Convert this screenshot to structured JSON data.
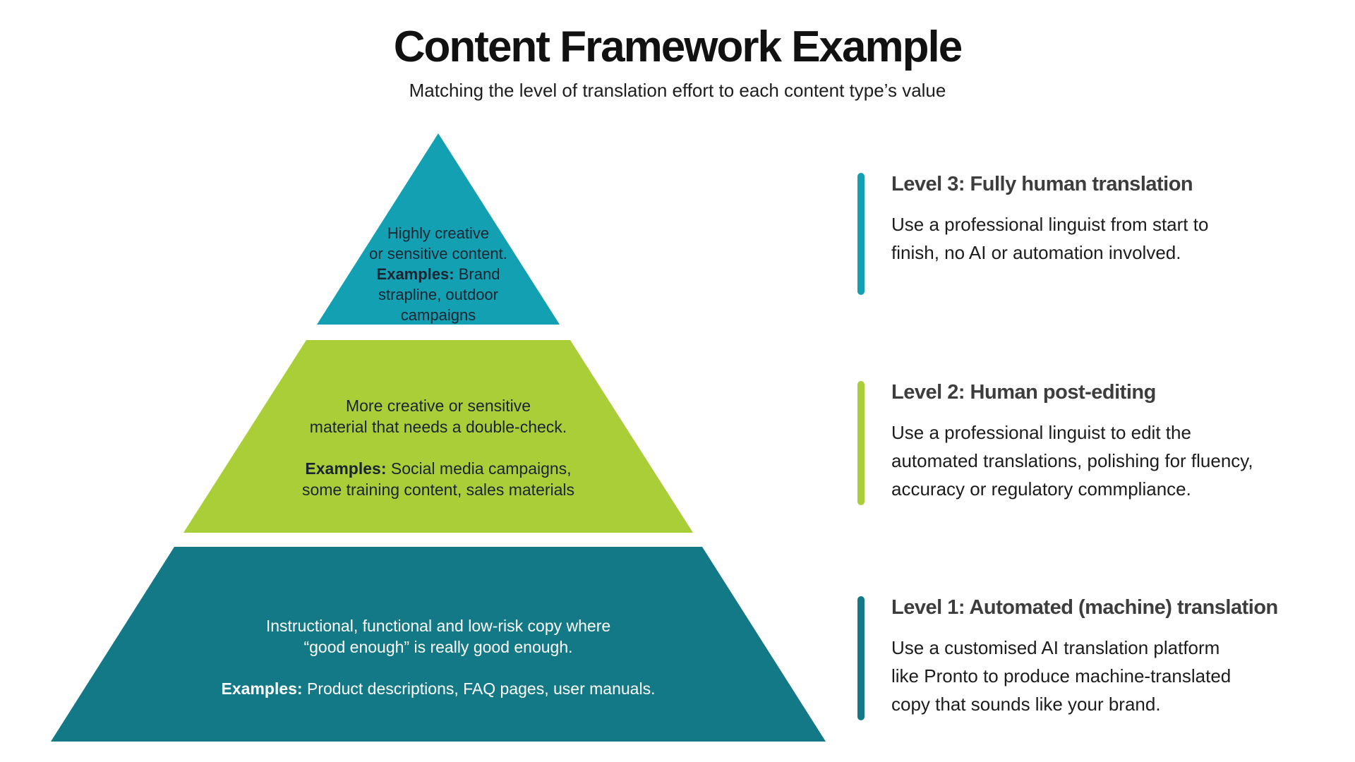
{
  "header": {
    "title": "Content Framework Example",
    "subtitle": "Matching the level of translation effort to each content type’s value"
  },
  "colors": {
    "teal": "#12A0B2",
    "green": "#A9CE38",
    "dark_teal": "#147987",
    "pyramid_dark_text": "#1A2430",
    "pyramid_light_text": "#FFFFFF",
    "heading_gray": "#3D3D3D",
    "body_black": "#1C1C1C"
  },
  "pyramid": {
    "levels": [
      {
        "name": "Level 3 segment",
        "color": "#12A0B2",
        "lines": [
          "Highly creative",
          "or sensitive content."
        ],
        "examples_label": "Examples:",
        "examples_lines": [
          "Brand",
          "strapline, outdoor",
          "campaigns"
        ]
      },
      {
        "name": "Level 2 segment",
        "color": "#A9CE38",
        "lines": [
          "More creative or sensitive",
          "material that needs a double-check."
        ],
        "examples_label": "Examples:",
        "examples_lines": [
          "Social media campaigns,",
          "some training content, sales materials"
        ]
      },
      {
        "name": "Level 1 segment",
        "color": "#147987",
        "lines": [
          "Instructional, functional and low-risk copy where",
          "“good enough” is really good enough."
        ],
        "examples_label": "Examples:",
        "examples_lines": [
          "Product descriptions, FAQ pages, user manuals."
        ]
      }
    ]
  },
  "right_column": {
    "blocks": [
      {
        "accent": "#12A0B2",
        "heading": "Level 3: Fully human translation",
        "body_lines": [
          "Use a professional linguist from start to",
          "finish, no AI or automation involved."
        ]
      },
      {
        "accent": "#A9CE38",
        "heading": "Level 2: Human post-editing",
        "body_lines": [
          "Use a professional linguist to edit the",
          "automated translations, polishing for fluency,",
          "accuracy or regulatory commpliance."
        ]
      },
      {
        "accent": "#147987",
        "heading": "Level 1: Automated (machine) translation",
        "body_lines": [
          "Use a customised AI translation platform",
          "like Pronto to produce machine-translated",
          "copy that sounds like your brand."
        ]
      }
    ]
  }
}
